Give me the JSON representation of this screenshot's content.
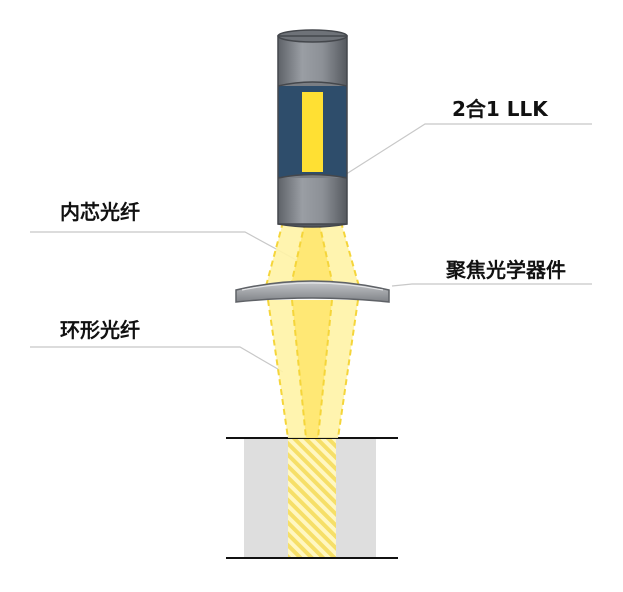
{
  "labels": {
    "llk": "2合1 LLK",
    "inner_fiber": "内芯光纤",
    "focus_optics": "聚焦光学器件",
    "ring_fiber": "环形光纤"
  },
  "colors": {
    "head_gray": "#8a8e94",
    "head_window": "#2e4d6b",
    "core_yellow": "#ffe033",
    "beam_light": "#fff3a6",
    "beam_dash": "#f5d53a",
    "lens_gray": "#9a9da2",
    "block_gray": "#dedede",
    "line_black": "#111111",
    "leader_gray": "#c8c8c8"
  }
}
